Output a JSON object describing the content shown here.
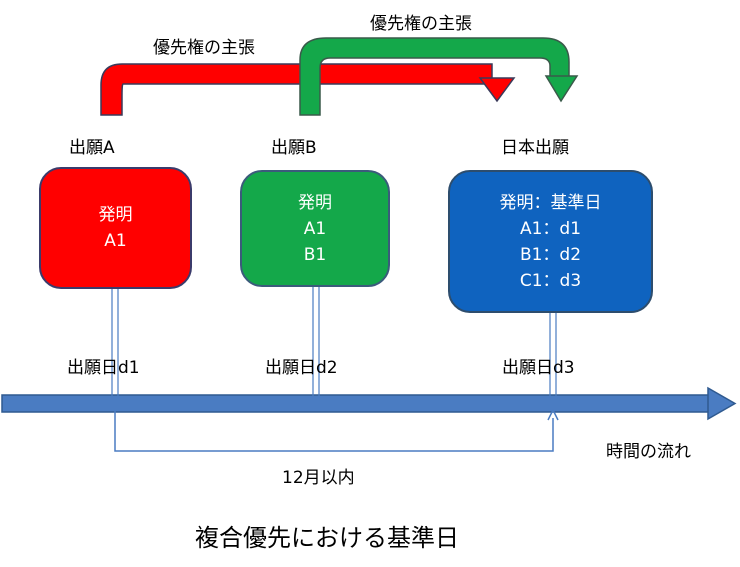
{
  "claim_label_1": "優先権の主張",
  "claim_label_2": "優先権の主張",
  "applications": [
    {
      "title": "出願A",
      "box_lines": [
        "発明",
        "A1"
      ],
      "date_label": "出願日d1",
      "color": "#ff0000"
    },
    {
      "title": "出願B",
      "box_lines": [
        "発明",
        "A1",
        "B1"
      ],
      "date_label": "出願日d2",
      "color": "#14a84a"
    },
    {
      "title": "日本出願",
      "box_lines": [
        "発明：基準日",
        "A1：d1",
        "B1：d2",
        "C1：d3"
      ],
      "date_label": "出願日d3",
      "color": "#0f63bf"
    }
  ],
  "time_flow_label": "時間の流れ",
  "period_label": "12月以内",
  "caption": "複合優先における基準日"
}
